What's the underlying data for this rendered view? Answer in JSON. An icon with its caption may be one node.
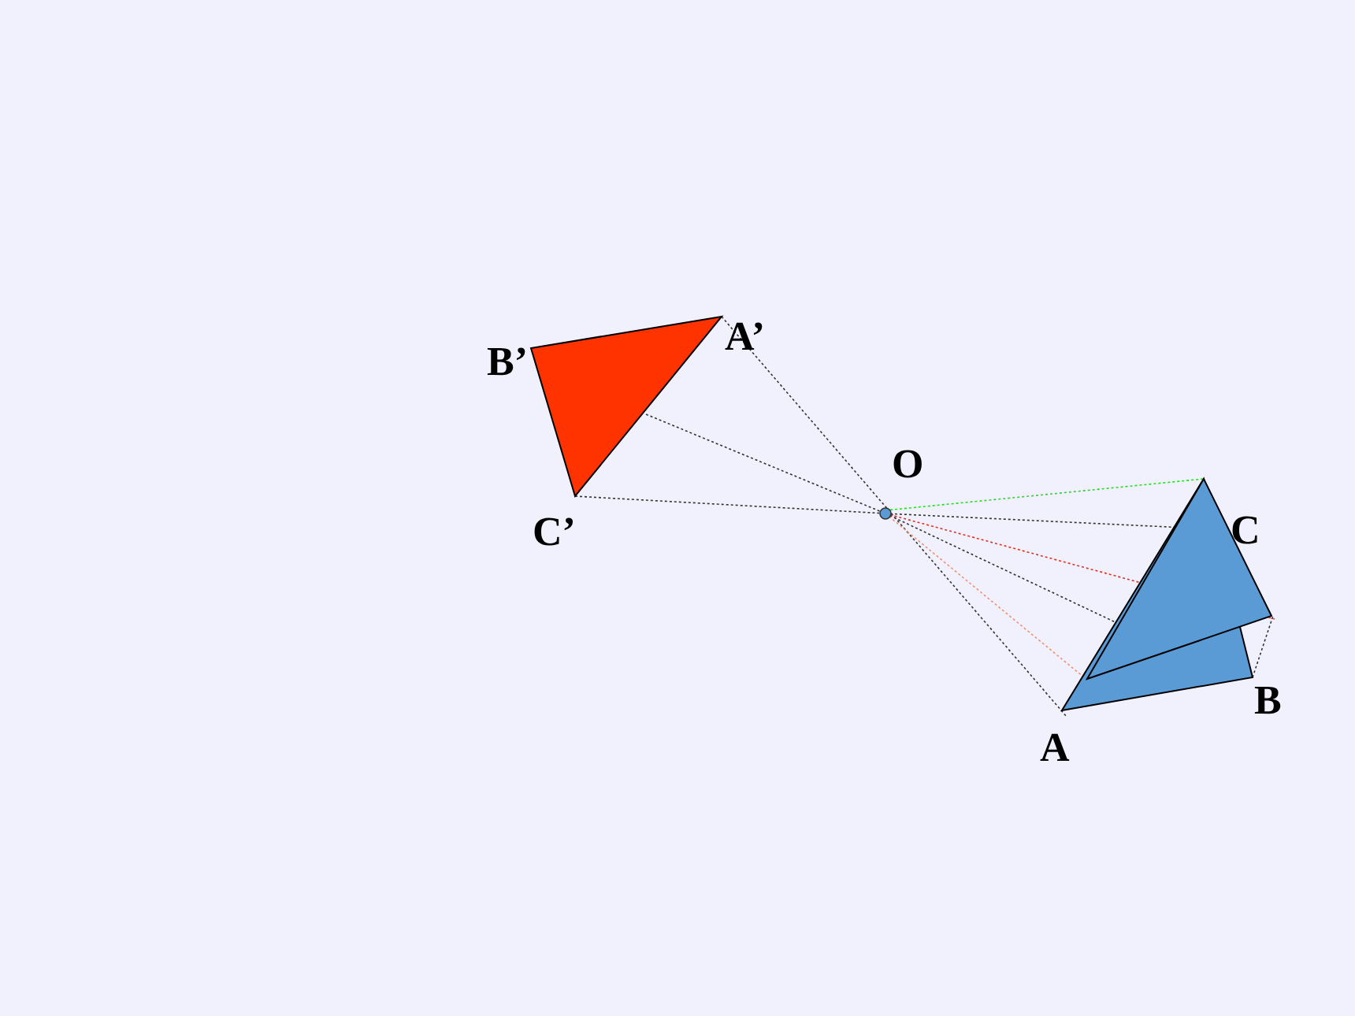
{
  "diagram": {
    "labels": [
      "A’",
      "B’",
      "O",
      "C’",
      "C",
      "B",
      "A"
    ]
  }
}
